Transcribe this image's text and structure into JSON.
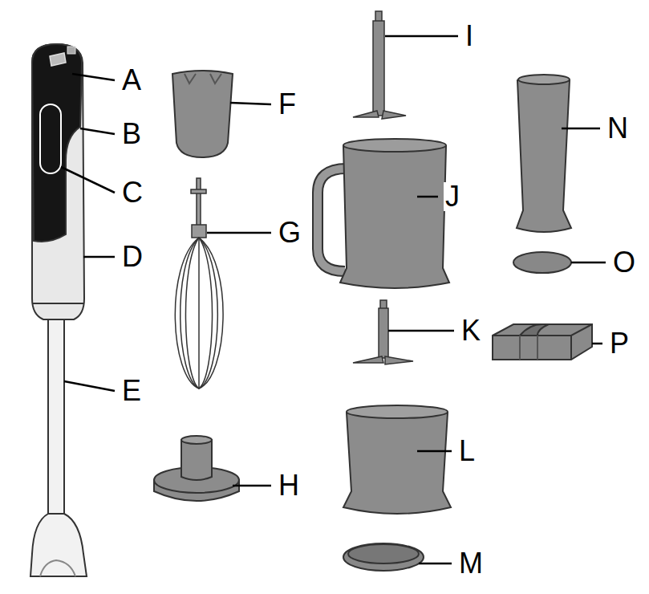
{
  "diagram": {
    "labels": [
      "A",
      "B",
      "C",
      "D",
      "E",
      "F",
      "G",
      "H",
      "I",
      "J",
      "K",
      "L",
      "M",
      "N",
      "O",
      "P"
    ]
  }
}
